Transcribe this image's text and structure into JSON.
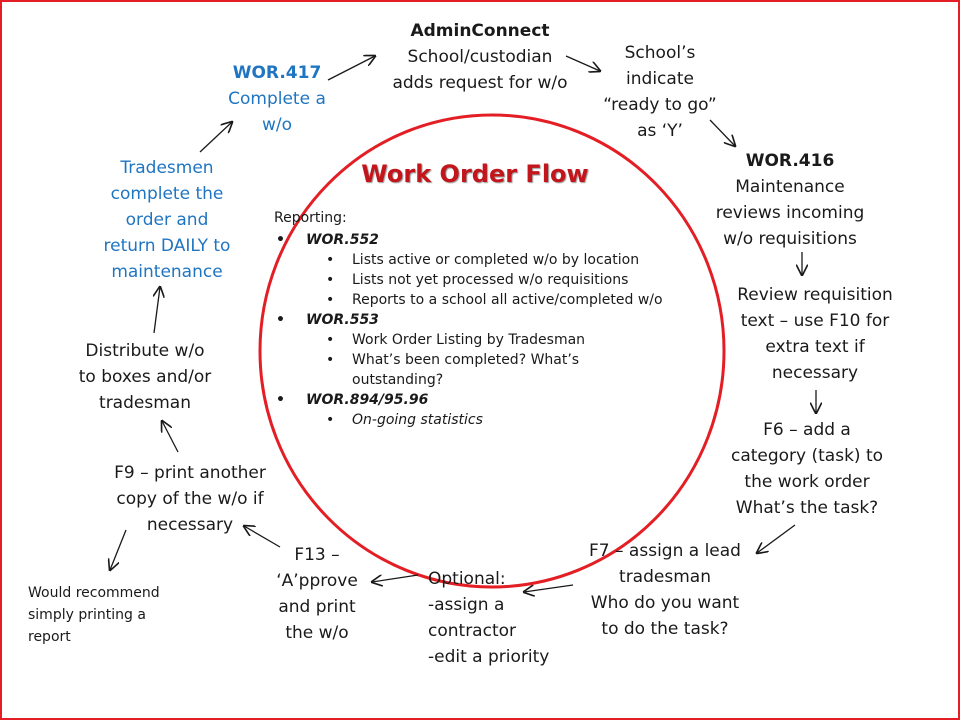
{
  "title": "Work Order Flow",
  "colors": {
    "border": "#e31e24",
    "circle": "#e31e24",
    "title": "#c3161c",
    "blue_text": "#1f75c2",
    "arrow": "#1a1a1a"
  },
  "nodes": {
    "admin_connect": {
      "heading": "AdminConnect",
      "lines": [
        "School/custodian",
        "adds request for w/o"
      ]
    },
    "ready_to_go": {
      "lines": [
        "School’s",
        "indicate",
        "“ready to go”",
        "as ‘Y’"
      ]
    },
    "wor416": {
      "heading": "WOR.416",
      "lines": [
        "Maintenance",
        "reviews incoming",
        "w/o requisitions"
      ]
    },
    "review_text": {
      "lines": [
        "Review requisition",
        "text – use F10 for",
        "extra text if",
        "necessary"
      ]
    },
    "f6": {
      "lines": [
        "F6 – add a",
        "category (task) to",
        "the work order",
        "What’s the task?"
      ]
    },
    "f7": {
      "lines": [
        "F7 – assign a lead",
        "tradesman",
        "Who do you want",
        "to do the task?"
      ]
    },
    "optional": {
      "lines": [
        "Optional:",
        "-assign a",
        "contractor",
        "-edit a priority"
      ]
    },
    "f13": {
      "lines": [
        "F13 –",
        "‘A’pprove",
        "and print",
        "the w/o"
      ]
    },
    "f9": {
      "lines": [
        "F9 – print another",
        "copy of the w/o if",
        "necessary"
      ]
    },
    "distribute": {
      "lines": [
        "Distribute w/o",
        "to boxes and/or",
        "tradesman"
      ]
    },
    "tradesmen": {
      "lines": [
        "Tradesmen",
        "complete the",
        "order and",
        "return DAILY to",
        "maintenance"
      ]
    },
    "wor417": {
      "heading": "WOR.417",
      "lines": [
        "Complete a",
        "w/o"
      ]
    }
  },
  "note": {
    "lines": [
      "Would recommend",
      "simply printing a",
      "report"
    ]
  },
  "reporting": {
    "heading": "Reporting:",
    "reports": [
      {
        "name": "WOR.552",
        "items": [
          "Lists active or completed w/o by location",
          "Lists not yet processed w/o requisitions",
          "Reports to a school all active/completed w/o"
        ],
        "italic": false
      },
      {
        "name": "WOR.553",
        "items": [
          "Work Order Listing by Tradesman",
          "What’s been completed?  What’s outstanding?"
        ],
        "italic": false
      },
      {
        "name": "WOR.894/95.96",
        "items": [
          "On-going statistics"
        ],
        "italic": true
      }
    ]
  }
}
